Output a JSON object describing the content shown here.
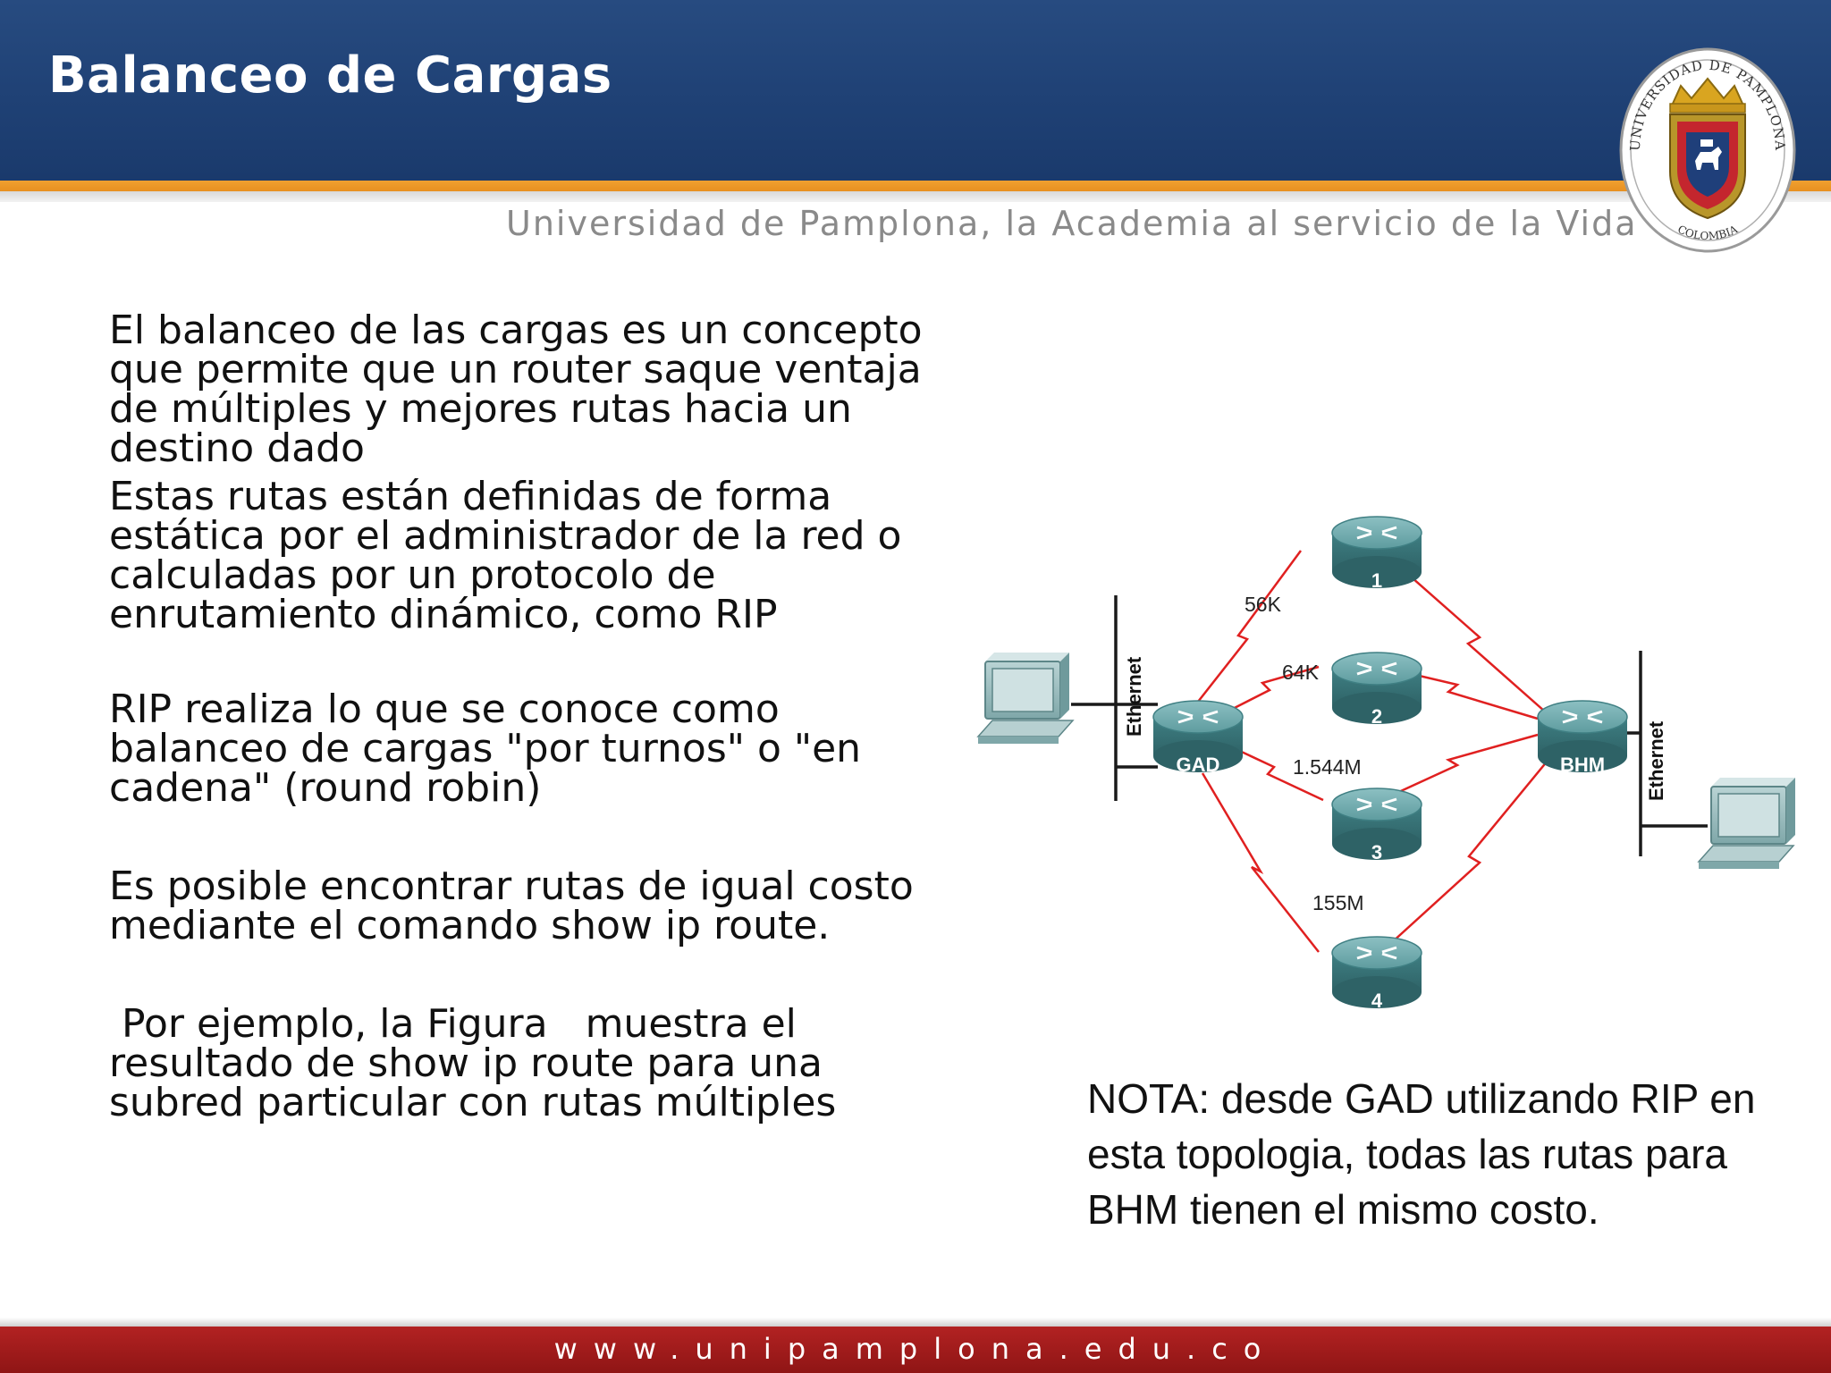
{
  "header": {
    "title": "Balanceo de Cargas",
    "tagline": "Universidad de Pamplona, la Academia al servicio de la Vida",
    "logo": {
      "icon": "university-seal-icon",
      "text_top": "UNIVERSIDAD DE PAMPLONA",
      "text_bottom": "COLOMBIA"
    }
  },
  "body": {
    "paragraphs": [
      "El balanceo de las cargas es un concepto que permite que un router saque ventaja de múltiples y mejores rutas hacia un destino dado",
      "Estas rutas están definidas de forma estática por el administrador de la red o calculadas por un protocolo de enrutamiento dinámico, como RIP",
      "RIP realiza lo que se conoce como balanceo de cargas \"por turnos\" o \"en cadena\" (round robin)",
      "Es posible encontrar rutas de igual costo mediante el comando show ip route.",
      " Por ejemplo, la Figura   muestra el resultado de show ip route para una subred particular con rutas múltiples"
    ]
  },
  "diagram": {
    "left_router": "GAD",
    "right_router": "BHM",
    "middle_routers": [
      "1",
      "2",
      "3",
      "4"
    ],
    "link_labels": [
      "56K",
      "64K",
      "1.544M",
      "155M"
    ],
    "lan_left": "Ethernet",
    "lan_right": "Ethernet",
    "colors": {
      "router": "#4f8f92",
      "link": "#e02020",
      "lan": "#222222"
    }
  },
  "note": "NOTA: desde GAD utilizando RIP en esta topologia, todas las rutas para BHM tienen el mismo costo.",
  "footer": {
    "url": "www.unipamplona.edu.co"
  },
  "colors": {
    "header_bg": "#1f4175",
    "accent_orange": "#f0a030",
    "footer_red": "#a01c1c"
  }
}
